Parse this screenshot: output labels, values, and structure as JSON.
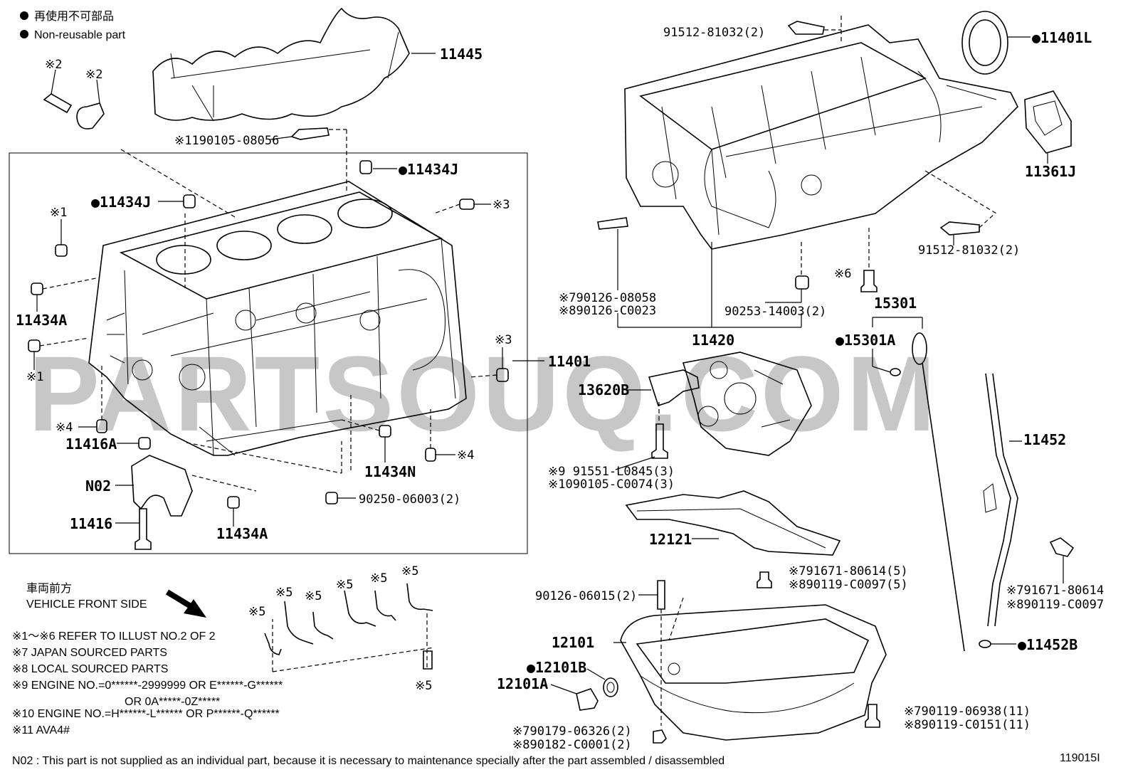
{
  "legend": {
    "jp": "再使用不可部品",
    "en": "Non-reusable part"
  },
  "watermark": "PARTSOUQ.COM",
  "labels": {
    "p11445": "11445",
    "p90105_08056": "※1190105-08056",
    "p11434J_a": "●11434J",
    "p11434J_b": "●11434J",
    "x3_a": "※3",
    "x3_b": "※3",
    "x1_a": "※1",
    "x1_b": "※1",
    "x2_a": "※2",
    "x2_b": "※2",
    "p11434A_a": "11434A",
    "p11434A_b": "11434A",
    "p11401": "11401",
    "x4_a": "※4",
    "x4_b": "※4",
    "p11416A": "11416A",
    "p11434N": "11434N",
    "pN02": "N02",
    "p90250": "90250-06003(2)",
    "p11416": "11416",
    "p91512_a": "91512-81032(2)",
    "p11401L": "●11401L",
    "p11361J": "11361J",
    "p91512_b": "91512-81032(2)",
    "x6": "※6",
    "x7_90126": "※790126-08058",
    "x8_90126": "※890126-C0023",
    "p90253": "90253-14003(2)",
    "p15301": "15301",
    "p11420": "11420",
    "p15301A": "●15301A",
    "p13620B": "13620B",
    "p11452": "11452",
    "x9_91551": "※9 91551-L0845(3)",
    "x10_90105": "※1090105-C0074(3)",
    "p12121": "12121",
    "x7_91671_a": "※791671-80614(5)",
    "x8_90119_a": "※890119-C0097(5)",
    "x7_91671_b": "※791671-80614",
    "x8_90119_b": "※890119-C0097",
    "p90126_06015": "90126-06015(2)",
    "p12101": "12101",
    "p12101B": "●12101B",
    "p12101A": "12101A",
    "p11452B": "●11452B",
    "x7_90119": "※790119-06938(11)",
    "x8_90119_c": "※890119-C0151(11)",
    "x7_90179": "※790179-06326(2)",
    "x8_90182": "※890182-C0001(2)",
    "x5": "※5",
    "front_jp": "車両前方",
    "front_en": "VEHICLE FRONT SIDE"
  },
  "notes": [
    "※1～※6  REFER TO ILLUST NO.2 OF 2",
    "※7 JAPAN SOURCED PARTS",
    "※8 LOCAL SOURCED PARTS",
    "※9 ENGINE NO.=0******-2999999 OR E******-G******",
    "OR 0A*****-0Z*****",
    "※10 ENGINE NO.=H******-L****** OR P******-Q******",
    "※11 AVA4#"
  ],
  "footnote": "N02 : This part is not supplied as an individual part, because it is necessary to maintenance specially after the part assembled / disassembled",
  "illustration_no": "119015I"
}
